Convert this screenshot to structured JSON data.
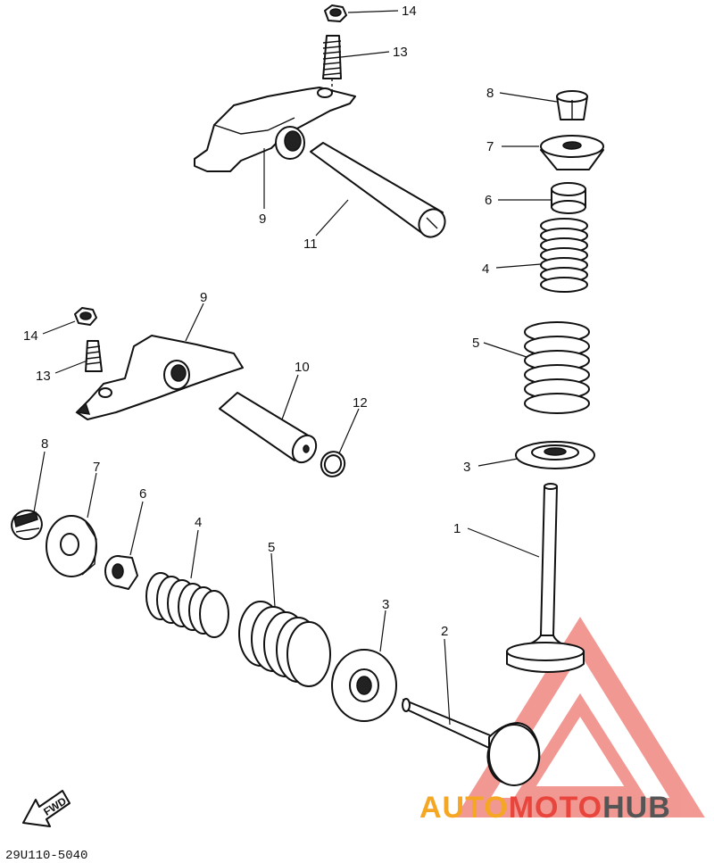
{
  "diagram": {
    "callouts": {
      "c14a": "14",
      "c13a": "13",
      "c9a": "9",
      "c11": "11",
      "c8a": "8",
      "c7a": "7",
      "c6a": "6",
      "c4a": "4",
      "c5a": "5",
      "c3a": "3",
      "c1": "1",
      "c9b": "9",
      "c14b": "14",
      "c13b": "13",
      "c10": "10",
      "c12": "12",
      "c8b": "8",
      "c7b": "7",
      "c6b": "6",
      "c4b": "4",
      "c5b": "5",
      "c3b": "3",
      "c2": "2"
    },
    "fwd_label": "FWD",
    "part_code": "29U110-5040"
  },
  "watermark": {
    "text_a": "AUTO",
    "text_b": "MOTO",
    "text_c": "HUB",
    "color_orange": "#f5a623",
    "color_red": "#e8453c",
    "color_gray": "#555555"
  }
}
